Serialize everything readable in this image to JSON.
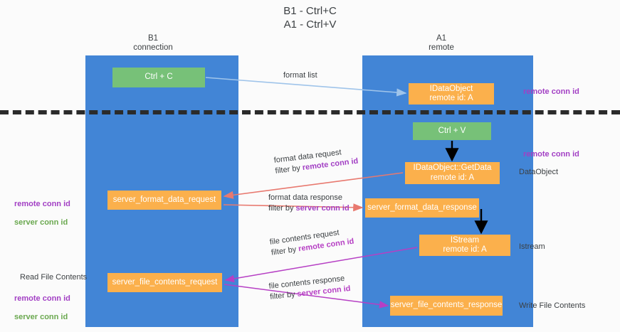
{
  "title": "B1 - Ctrl+C\nA1 - Ctrl+V",
  "columns": {
    "left": "B1\nconnection",
    "right": "A1\nremote"
  },
  "nodes": {
    "ctrl_c": "Ctrl + C",
    "idataobject": "IDataObject\nremote id: A",
    "ctrl_v": "Ctrl + V",
    "getdata": "IDataObject::GetData\nremote id: A",
    "server_format_data_request": "server_format_data_request",
    "server_format_data_response": "server_format_data_response",
    "istream": "IStream\nremote id: A",
    "server_file_contents_request": "server_file_contents_request",
    "server_file_contents_response": "server_file_contents_response"
  },
  "annotations": {
    "remote_conn_id_top": "remote conn id",
    "remote_conn_id_mid": "remote conn id",
    "dataobject": "DataObject",
    "istream": "Istream",
    "write_file_contents": "Write File Contents",
    "read_file_contents": "Read File Contents",
    "left_remote_conn_id_1": "remote conn id",
    "left_server_conn_id_1": "server conn id",
    "left_remote_conn_id_2": "remote conn id",
    "left_server_conn_id_2": "server conn id"
  },
  "edges": {
    "format_list": "format list",
    "format_data_request_l1": "format data request",
    "format_data_request_l2a": "filter by ",
    "format_data_request_l2b": "remote conn id",
    "format_data_response_l1": "format data response",
    "format_data_response_l2a": "filter by ",
    "format_data_response_l2b": "server conn id",
    "file_contents_request_l1": "file contents request",
    "file_contents_request_l2a": "filter by ",
    "file_contents_request_l2b": "remote conn id",
    "file_contents_response_l1": "file contents response",
    "file_contents_response_l2a": "filter by ",
    "file_contents_response_l2b": "server conn id"
  },
  "colors": {
    "lane": "#4285d6",
    "node_green": "#77c178",
    "node_orange": "#fbb04c",
    "purple": "#a23fc4",
    "green_text": "#6aa84f",
    "arrow_blue": "#9fc4ea",
    "arrow_red": "#e8796f",
    "arrow_magenta": "#b63fc4",
    "arrow_black": "#000000",
    "divider": "#2b2b2b"
  }
}
